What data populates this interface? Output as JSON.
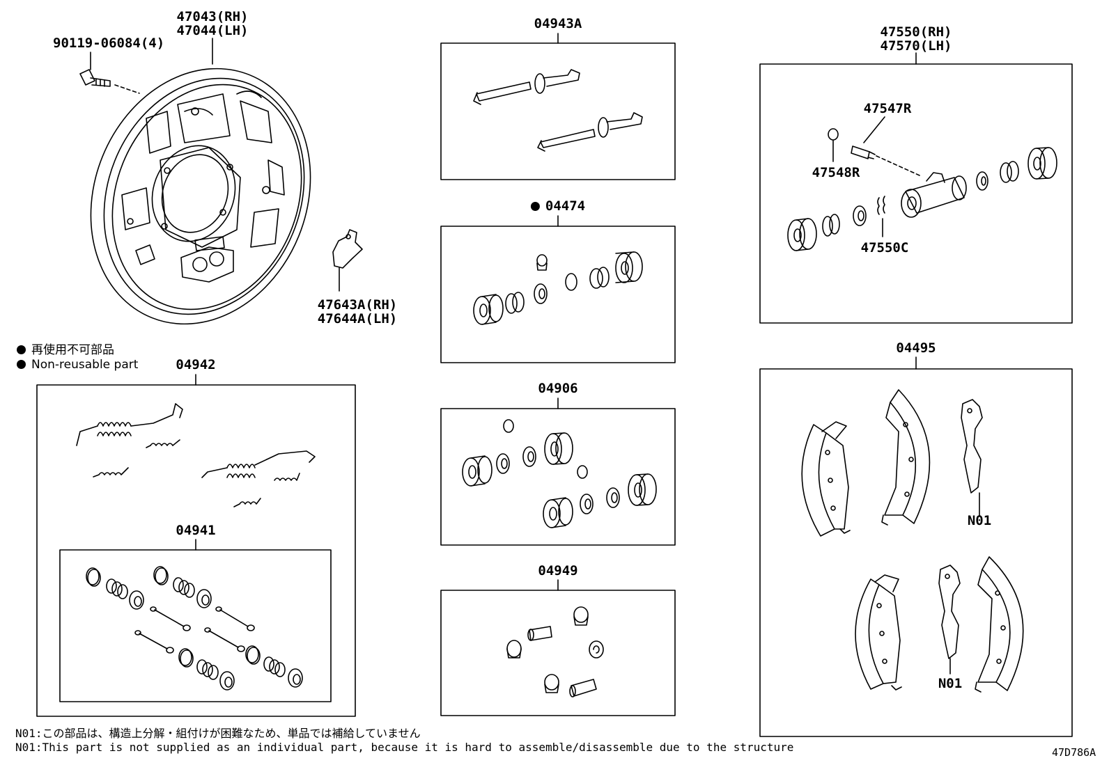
{
  "parts": {
    "backing_plate": [
      "47043(RH)",
      "47044(LH)"
    ],
    "bolt": "90119-06084(4)",
    "bracket": [
      "47643A(RH)",
      "47644A(LH)"
    ],
    "adjuster_kit": "04943A",
    "cup_kit": "04474",
    "cylinder_kit": "04906",
    "repair_kit": "04949",
    "spring_kit": "04942",
    "pin_kit": "04941",
    "wheel_cylinder": [
      "47550(RH)",
      "47570(LH)"
    ],
    "bleeder_plug": "47547R",
    "bleeder_cap": "47548R",
    "cup_spring": "47550C",
    "shoe_set": "04495",
    "lever_note_upper": "N01",
    "lever_note_lower": "N01"
  },
  "legend": {
    "jp": "再使用不可部品",
    "en": "Non-reusable part"
  },
  "notes": {
    "jp": "N01:この部品は、構造上分解・組付けが困難なため、単品では補給していません",
    "en": "N01:This part is not supplied as an individual part, because it is hard to assemble/disassemble due to the structure"
  },
  "diagram_id": "47D786A"
}
